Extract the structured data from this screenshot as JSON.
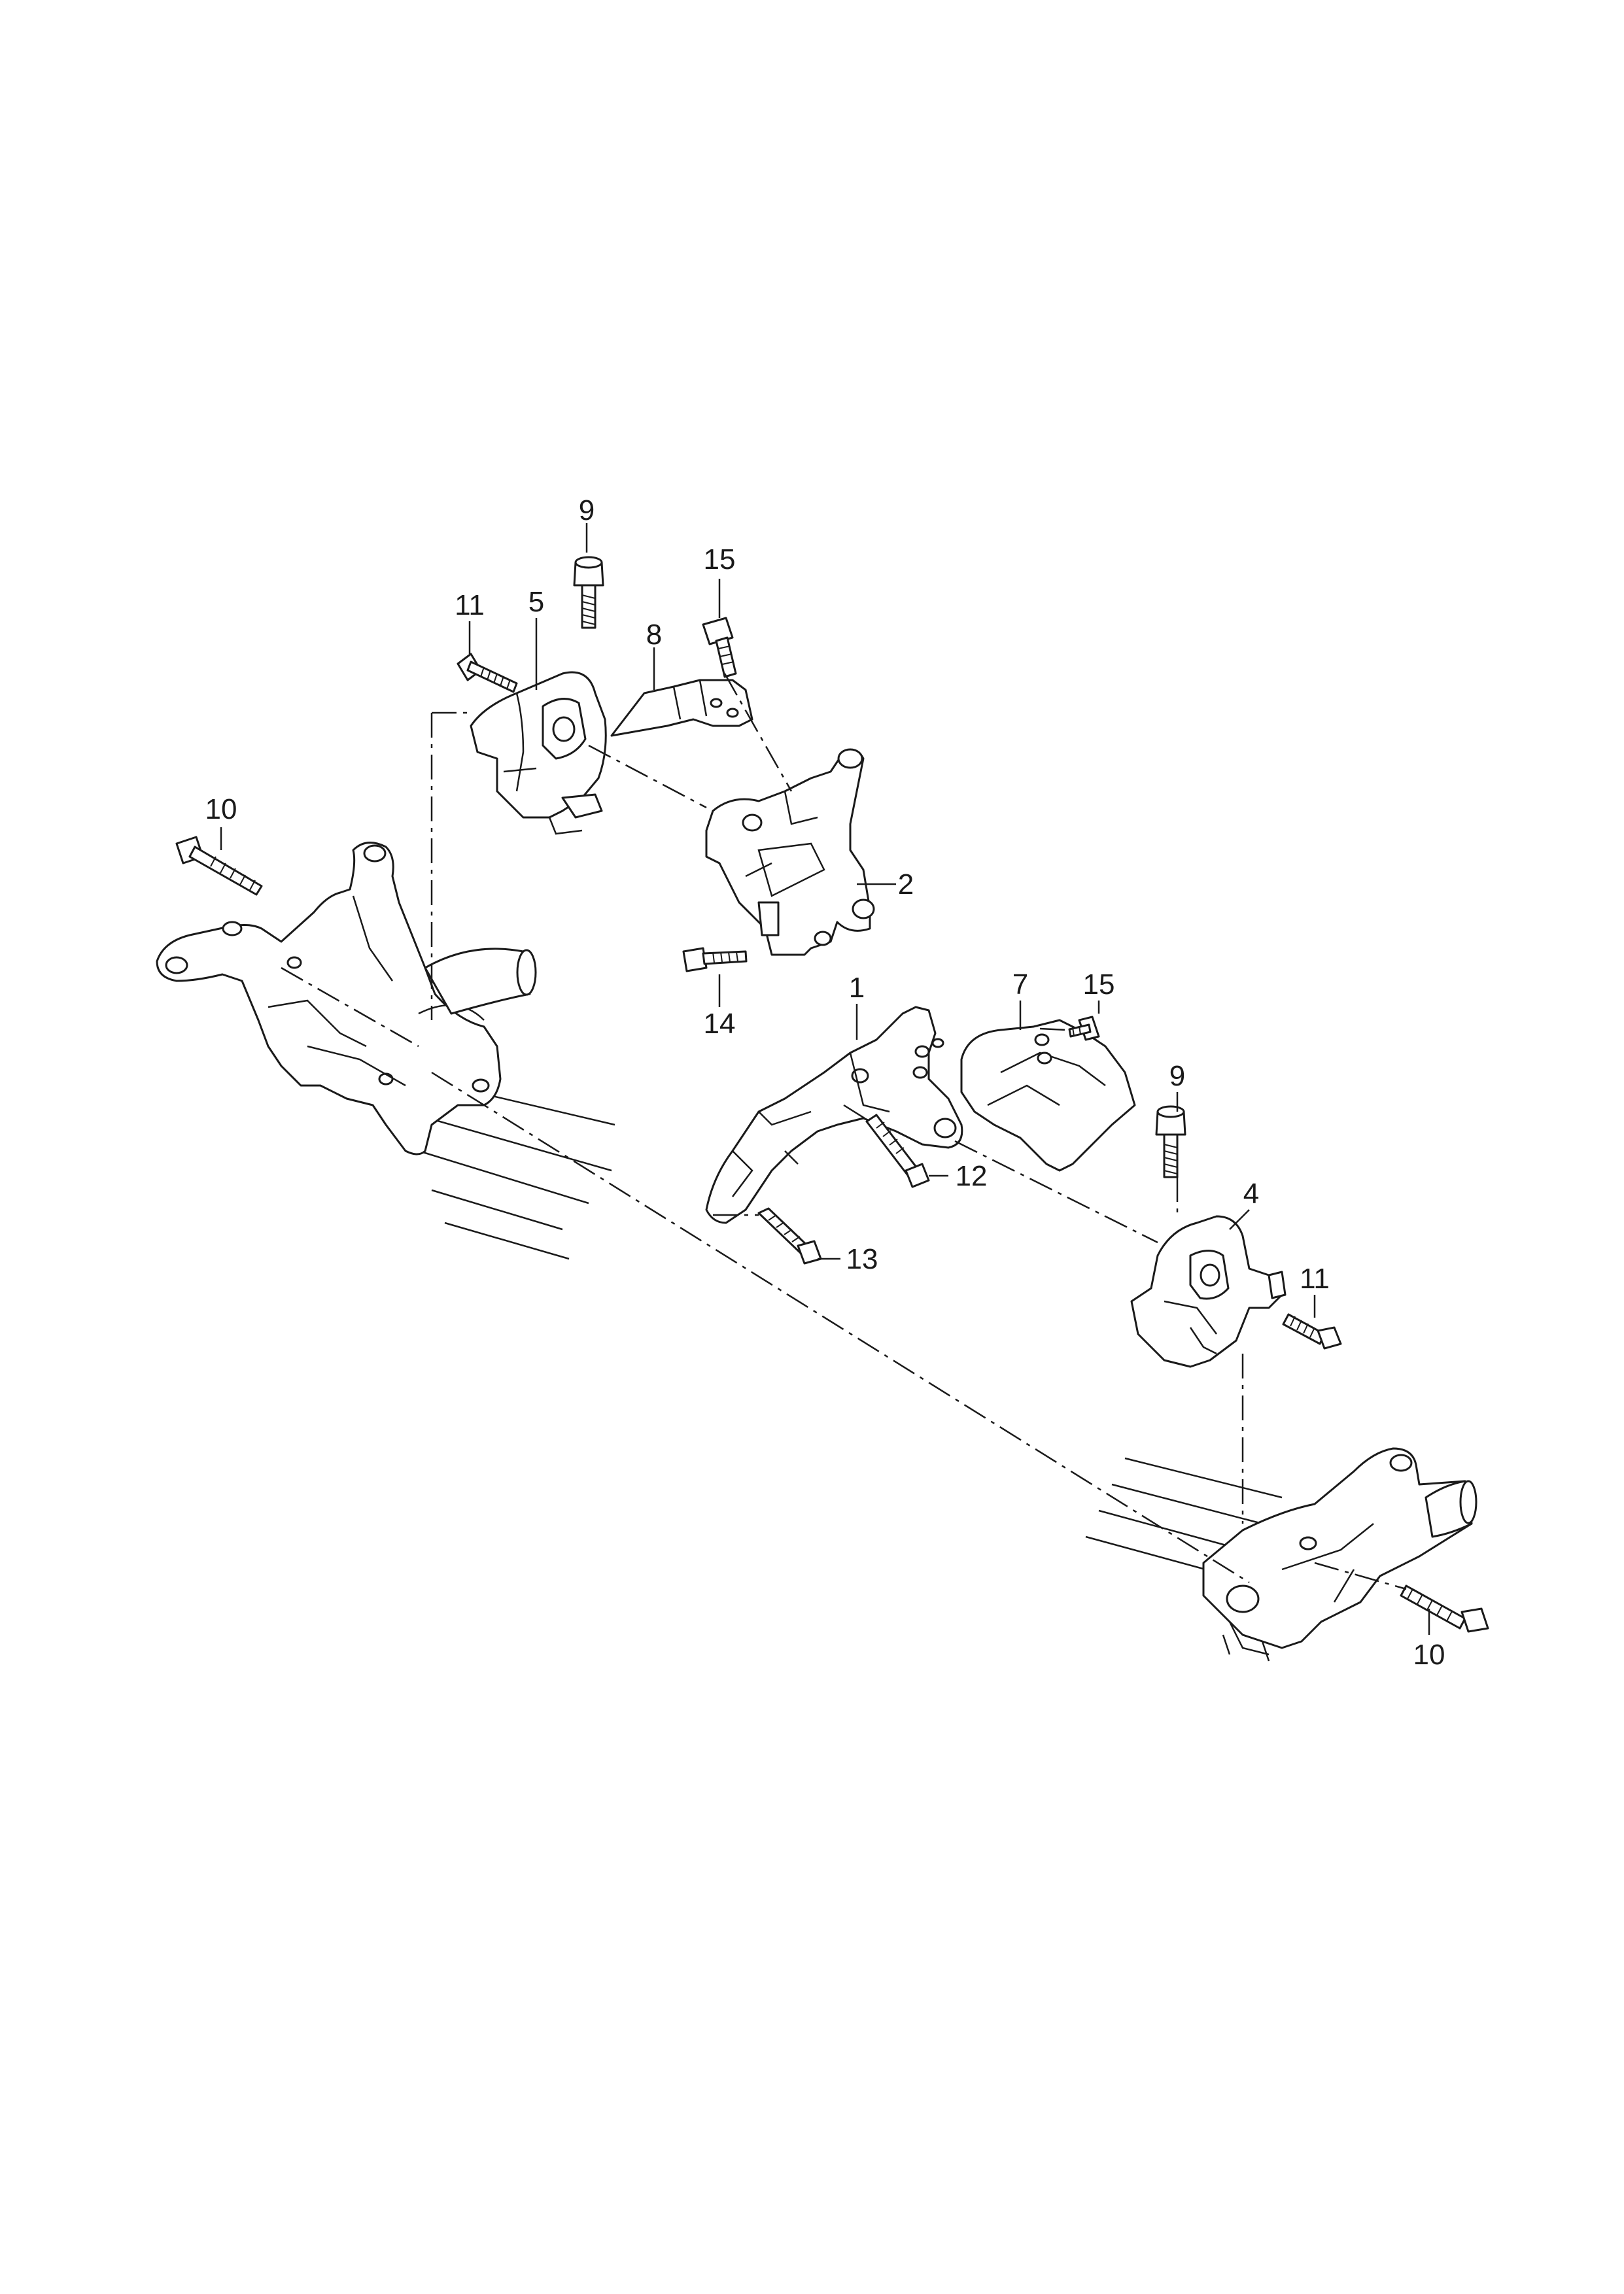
{
  "diagram": {
    "callouts": {
      "c1": "1",
      "c2": "2",
      "c4": "4",
      "c5": "5",
      "c7": "7",
      "c8": "8",
      "c9_top": "9",
      "c9_right": "9",
      "c10_left": "10",
      "c10_right": "10",
      "c11_left": "11",
      "c11_right": "11",
      "c12": "12",
      "c13": "13",
      "c14": "14",
      "c15_top": "15",
      "c15_right": "15"
    }
  }
}
